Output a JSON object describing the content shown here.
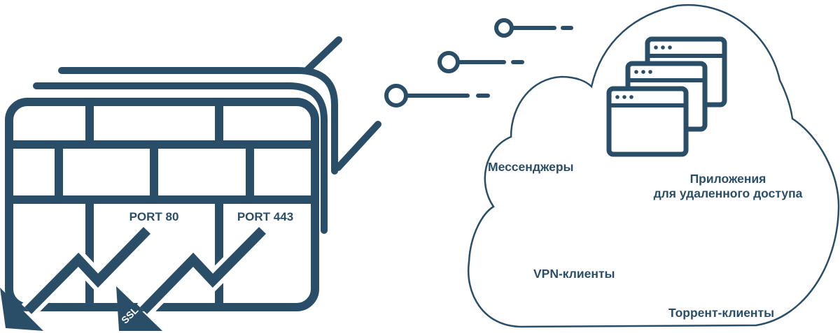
{
  "colors": {
    "primary": "#2a4d68",
    "background": "#ffffff"
  },
  "firewall": {
    "ports": [
      {
        "label": "PORT 80"
      },
      {
        "label": "PORT 443"
      }
    ],
    "ssl_label": "SSL"
  },
  "cloud": {
    "labels": {
      "messengers": "Мессенджеры",
      "remote_apps_line1": "Приложения",
      "remote_apps_line2": "для удаленного доступа",
      "vpn": "VPN-клиенты",
      "torrent": "Торрент-клиенты"
    }
  }
}
